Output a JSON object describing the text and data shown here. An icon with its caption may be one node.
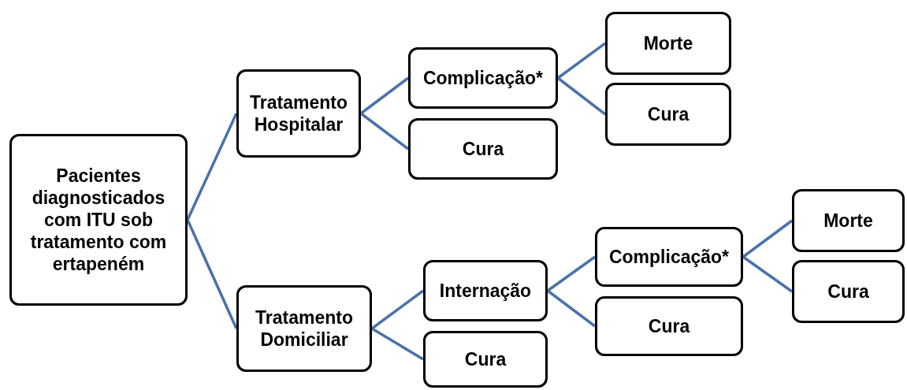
{
  "diagram": {
    "nodes": [
      {
        "text": [
          "Pacientes diagnosticados com ITU sob tratamento com ertapeném"
        ]
      },
      {
        "text": [
          "Tratamento Hospitalar"
        ]
      },
      {
        "text": [
          "Complicação*"
        ]
      },
      {
        "text": [
          "Cura"
        ]
      },
      {
        "text": [
          "Morte"
        ]
      },
      {
        "text": [
          "Cura"
        ]
      },
      {
        "text": [
          "Tratamento Domiciliar"
        ]
      },
      {
        "text": [
          "Internação"
        ]
      },
      {
        "text": [
          "Cura"
        ]
      },
      {
        "text": [
          "Complicação*"
        ]
      },
      {
        "text": [
          "Cura"
        ]
      },
      {
        "text": [
          "Morte"
        ]
      },
      {
        "text": [
          "Cura"
        ]
      }
    ],
    "edges": [
      {
        "from": 0,
        "to": 1,
        "arrow": "none"
      },
      {
        "from": 0,
        "to": 6,
        "arrow": "none"
      },
      {
        "from": 1,
        "to": 2,
        "arrow": "none"
      },
      {
        "from": 1,
        "to": 3,
        "arrow": "none"
      },
      {
        "from": 2,
        "to": 4,
        "arrow": "none"
      },
      {
        "from": 2,
        "to": 5,
        "arrow": "none"
      },
      {
        "from": 6,
        "to": 7,
        "arrow": "none"
      },
      {
        "from": 6,
        "to": 8,
        "arrow": "none"
      },
      {
        "from": 7,
        "to": 9,
        "arrow": "none"
      },
      {
        "from": 7,
        "to": 10,
        "arrow": "none"
      },
      {
        "from": 9,
        "to": 11,
        "arrow": "none"
      },
      {
        "from": 9,
        "to": 12,
        "arrow": "none"
      }
    ]
  }
}
